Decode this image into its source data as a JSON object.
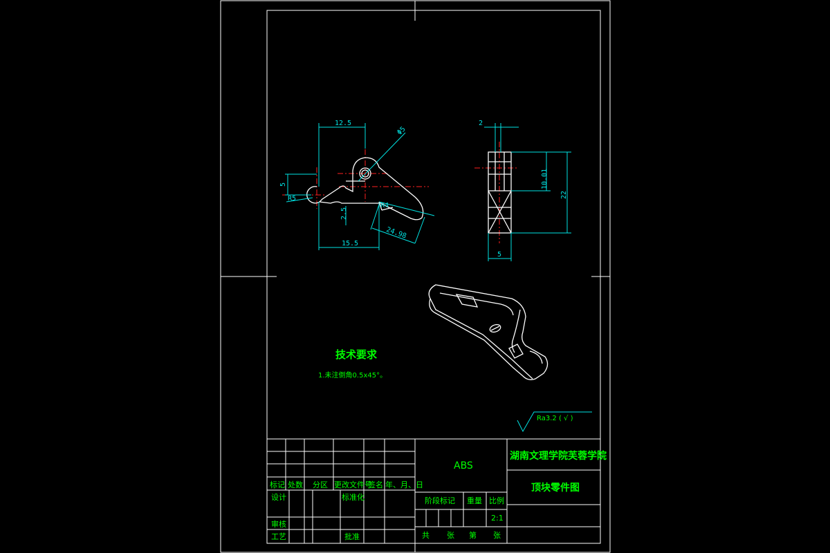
{
  "colors": {
    "background": "#000000",
    "frame": "#ffffff",
    "dimension": "#00e5e5",
    "centerline": "#ff2020",
    "text": "#00ff00"
  },
  "dimensions": {
    "d_top_width": "12.5",
    "d_hole_dia": "Φ5",
    "d_left_height": "5",
    "d_left_radius": "R5",
    "d_small_radius": "R4",
    "d_offset": "2.5",
    "d_arm_length": "24.98",
    "d_bottom_width": "15.5",
    "d_side_top": "2",
    "d_side_inner": "10.01",
    "d_side_height": "22",
    "d_side_bottom": "5"
  },
  "technical_requirements": {
    "heading": "技术要求",
    "item_1": "1.未注倒角0.5x45°。"
  },
  "surface_roughness": "Ra3.2 (  √  )",
  "title_block": {
    "material": "ABS",
    "school": "湖南文理学院芙蓉学院",
    "drawing_name": "顶块零件图",
    "col_mark": "标记",
    "col_count": "处数",
    "col_zone": "分区",
    "col_doc": "更改文件号",
    "col_sign": "签名",
    "col_date": "年、月、日",
    "row_design": "设计",
    "row_standard": "标准化",
    "row_check": "审核",
    "row_process": "工艺",
    "row_approve": "批准",
    "stage_mark": "阶段标记",
    "weight": "重量",
    "scale_label": "比例",
    "scale_value": "2:1",
    "total": "共",
    "sheets": "张",
    "sheet_no": "第",
    "sheet_unit": "张"
  }
}
